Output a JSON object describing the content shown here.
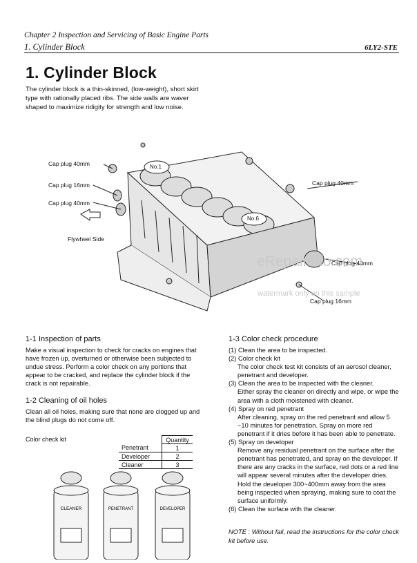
{
  "header": {
    "chapter": "Chapter 2 Inspection and Servicing of Basic Engine Parts",
    "section": "1. Cylinder Block",
    "model": "6LY2-STE"
  },
  "title": "1. Cylinder Block",
  "intro": "The cylinder block is a thin-skinned, (low-weight), short skirt type with rationally placed ribs. The side walls are waver shaped to maximize ridigity for strength and low noise.",
  "figure": {
    "callouts": {
      "cap_plug_40_top_left": "Cap plug 40mm",
      "cap_plug_16_left": "Cap plug 16mm",
      "cap_plug_40_left": "Cap plug 40mm",
      "flywheel_side": "Flywheel Side",
      "cap_plug_40_right": "Cap plug 40mm",
      "cap_plug_40_lower_right": "Cap plug 40mm",
      "cap_plug_16_bottom": "Cap plug 16mm",
      "no1": "No.1",
      "no6": "No.6"
    },
    "watermark": {
      "site": "eRepairinfo.com",
      "notice": "watermark only on this sample"
    }
  },
  "s11": {
    "heading": "1-1  Inspection of parts",
    "body": "Make a visual inspection to check for cracks on engines that have frozen up, overturned or otherwise been subjected to undue stress. Perform a color check on any portions that appear to be cracked, and replace the cylinder block if the crack is not repairable."
  },
  "s12": {
    "heading": "1-2  Cleaning of oil holes",
    "body": "Clean all oil holes, making sure that none are clogged up and the blind plugs do not come off."
  },
  "kit": {
    "label": "Color check kit",
    "qty_header": "Quantity",
    "rows": [
      {
        "name": "Penetrant",
        "qty": "1"
      },
      {
        "name": "Developer",
        "qty": "2"
      },
      {
        "name": "Cleaner",
        "qty": "3"
      }
    ],
    "can_labels": [
      "CLEANER",
      "PENETRANT",
      "DEVELOPER"
    ]
  },
  "s13": {
    "heading": "1-3  Color check procedure",
    "steps": [
      {
        "n": "(1)",
        "text": "Clean the area to be inspected."
      },
      {
        "n": "(2)",
        "text": "Color check kit",
        "sub": "The color check test kit consists of an aerosol cleaner, penetrant and developer."
      },
      {
        "n": "(3)",
        "text": "Clean the area to be inspected with the cleaner.",
        "sub": "Either spray the cleaner on directly and wipe, or wipe the area with a cloth moistened with cleaner."
      },
      {
        "n": "(4)",
        "text": "Spray on red penetrant",
        "sub": "After cleaning, spray on the red penetrant and allow 5 ~10 minutes for penetration. Spray on more red penetrant if it dries before it has been able to penetrate."
      },
      {
        "n": "(5)",
        "text": "Spray on developer",
        "sub": "Remove any residual penetrant on the surface after the penetrant has penetrated, and spray on the developer. If there are any cracks in the surface, red dots or a red line will appear several minutes after the developer dries.",
        "sub2": "Hold the developer 300~400mm away from the area being inspected when spraying, making sure to coat the surface uniformly."
      },
      {
        "n": "(6)",
        "text": "Clean the surface with the cleaner."
      }
    ],
    "note": "NOTE :  Without fail, read the instructions for the color check kit before use."
  }
}
